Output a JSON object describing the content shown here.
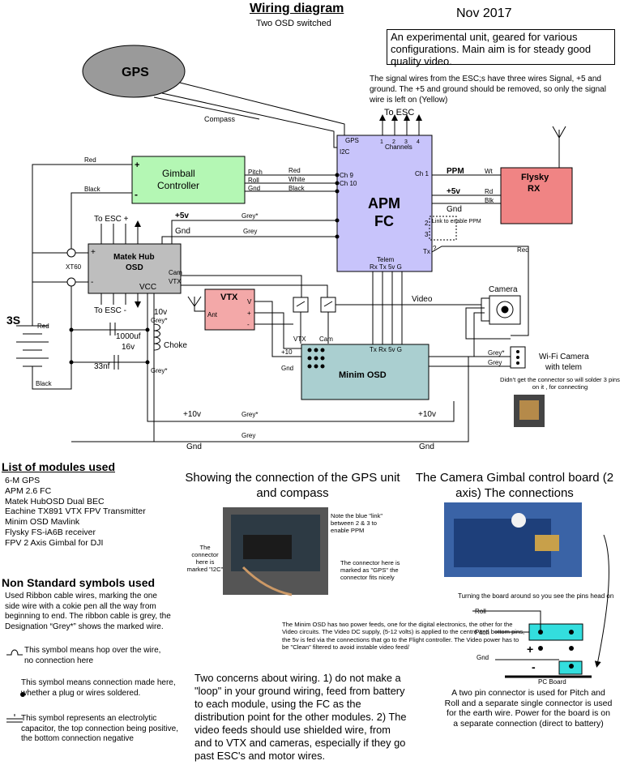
{
  "header": {
    "title": "Wiring diagram",
    "subtitle": "Two OSD switched",
    "date": "Nov 2017"
  },
  "notes": {
    "info_box": "An experimental unit, geared for various configurations. Main aim is for steady good quality video.",
    "esc_signal": "The signal wires from the ESC;s have three wires Signal, +5 and ground. The +5 and ground should be removed, so only the signal wire is left on (Yellow)",
    "wifi_connector": "Didn't get the connector so will solder 3 pins on it , for connecting",
    "minim_osd_power": "The Minim OSD has two power feeds, one for the digital electronics, the other for the Video circuits. The Video DC supply, (5-12 volts) is applied to the centre and bottom pins, the 5v is fed via the connections that go to the Flight controller. The Video power has to be \"Clean\" filtered to avoid instable video feed/",
    "concerns": "Two concerns about wiring. 1) do not make a \"loop\" in your ground wiring, feed from battery to each module, using the FC as the distribution point for the other modules. 2) The video feeds should use shielded wire, from and to VTX and cameras, especially if they go past ESC's  and motor wires.",
    "gimbal_pc": "A two pin connector is used for Pitch and Roll and a separate single connector is used for the earth wire. Power for the board is on a separate connection (direct to battery)"
  },
  "modules_list": {
    "heading": "List of modules used",
    "items": [
      "6-M GPS",
      "APM 2.6 FC",
      "Matek HubOSD Dual BEC",
      "Eachine TX891 VTX FPV Transmitter",
      "Minim OSD Mavlink",
      "Flysky FS-iA6B receiver",
      "FPV 2 Axis Gimbal for DJI"
    ]
  },
  "symbols": {
    "heading": "Non Standard symbols used",
    "ribbon": "Used Ribbon cable wires, marking the one side wire with a cokie pen all the way from beginning to end. The ribbon cable is grey, the Designation “Grey*” shows the marked wire.",
    "hop": "This symbol means hop over the wire, no connection here",
    "dot": "This symbol means connection made here, whether a plug or wires soldered.",
    "cap": "This symbol represents an electrolytic capacitor, the top connection being positive, the bottom connection negative"
  },
  "gps_section": {
    "heading": "Showing the connection of the GPS unit and compass",
    "callout_link": "Note the blue \"link\" between 2 & 3 to enable PPM",
    "callout_i2c": "The connector here is marked \"I2C\"",
    "callout_gps": "The connector here is marked as \"GPS\" the connector fits nicely"
  },
  "gimbal_section": {
    "heading": "The Camera Gimbal control board (2 axis) The connections",
    "turn_note": "Turning the board around so you see the pins head on",
    "roll": "Roll",
    "pitch": "Pitch",
    "gnd": "Gnd",
    "plus": "+",
    "minus": "-",
    "pc_board": "PC Board"
  },
  "diagram": {
    "gps": "GPS",
    "compass": "Compass",
    "gimbal_line1": "Gimball",
    "gimbal_line2": "Controller",
    "gimbal_plus": "+",
    "gimbal_minus": "-",
    "apm_line1": "APM",
    "apm_line2": "FC",
    "apm_gps": "GPS",
    "apm_i2c": "I2C",
    "apm_ch9": "Ch 9",
    "apm_ch10": "Ch 10",
    "apm_ch1": "Ch 1",
    "apm_telem": "Telem",
    "apm_pins": "Rx Tx 5v G",
    "apm_tx": "Tx",
    "apm_q": "?",
    "apm_2": "2",
    "apm_3": "3",
    "apm_channels": "Channels",
    "channel_nums": [
      "1",
      "2",
      "3",
      "4"
    ],
    "to_esc_top": "To ESC",
    "link_box": "Link to enable PPM",
    "flysky_line1": "Flysky",
    "flysky_line2": "RX",
    "ppm": "PPM",
    "wt": "Wt",
    "plus5v": "+5v",
    "rd": "Rd",
    "blk": "Blk",
    "gnd": "Gnd",
    "pitch": "Pitch",
    "roll": "Roll",
    "red": "Red",
    "white": "White",
    "black": "Black",
    "grey_star": "Grey*",
    "grey": "Grey",
    "matek_line1": "Matek Hub",
    "matek_line2": "OSD",
    "cam": "Cam",
    "vtx": "VTX",
    "vcc": "VCC",
    "to_esc_plus": "To ESC +",
    "to_esc_minus": "To ESC -",
    "xt60": "XT60",
    "vtx_title": "VTX",
    "ant": "Ant",
    "v": "V",
    "video": "Video",
    "camera": "Camera",
    "battery": "3S",
    "v10": "10v",
    "cap": "1000uf",
    "v16": "16v",
    "choke": "Choke",
    "nf33": "33nf",
    "minim": "Minim OSD",
    "minim_vtx": "VTX",
    "minim_cam": "Cam",
    "minim_pins": "Tx Rx 5v G",
    "plus10": "+10",
    "plus10v": "+10v",
    "wifi_line1": "Wi-Fi Camera",
    "wifi_line2": "with telem"
  },
  "colors": {
    "apm": "#c8c4fb",
    "gimbal": "#b4f7b4",
    "flysky": "#f08484",
    "matek": "#bebebe",
    "vtx": "#f3a8a8",
    "minim": "#aacfd0",
    "gps": "#9a9a9a",
    "connector": "#33dede"
  }
}
